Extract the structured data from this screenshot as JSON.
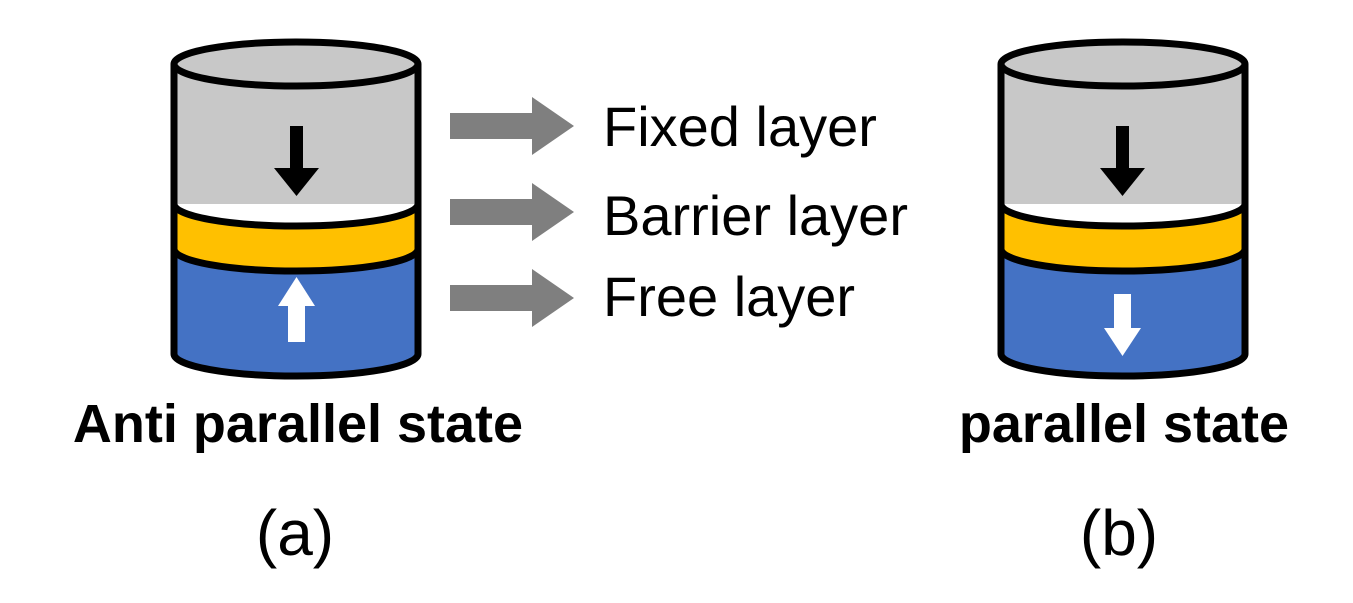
{
  "layer_labels": [
    "Fixed layer",
    "Barrier layer",
    "Free layer"
  ],
  "panels": [
    {
      "state_label": "Anti parallel state",
      "panel_label": "(a)",
      "fixed_arrow": "down",
      "free_arrow": "up"
    },
    {
      "state_label": "parallel state",
      "panel_label": "(b)",
      "fixed_arrow": "down",
      "free_arrow": "down"
    }
  ],
  "colors": {
    "fixed_layer": "#c8c8c8",
    "barrier_layer": "#ffc000",
    "free_layer": "#4472c4",
    "pointer_arrow": "#7f7f7f",
    "outline": "#000000"
  },
  "icons": {
    "pointer": "right-arrow-icon",
    "magnetization": "block-arrow-icon"
  }
}
